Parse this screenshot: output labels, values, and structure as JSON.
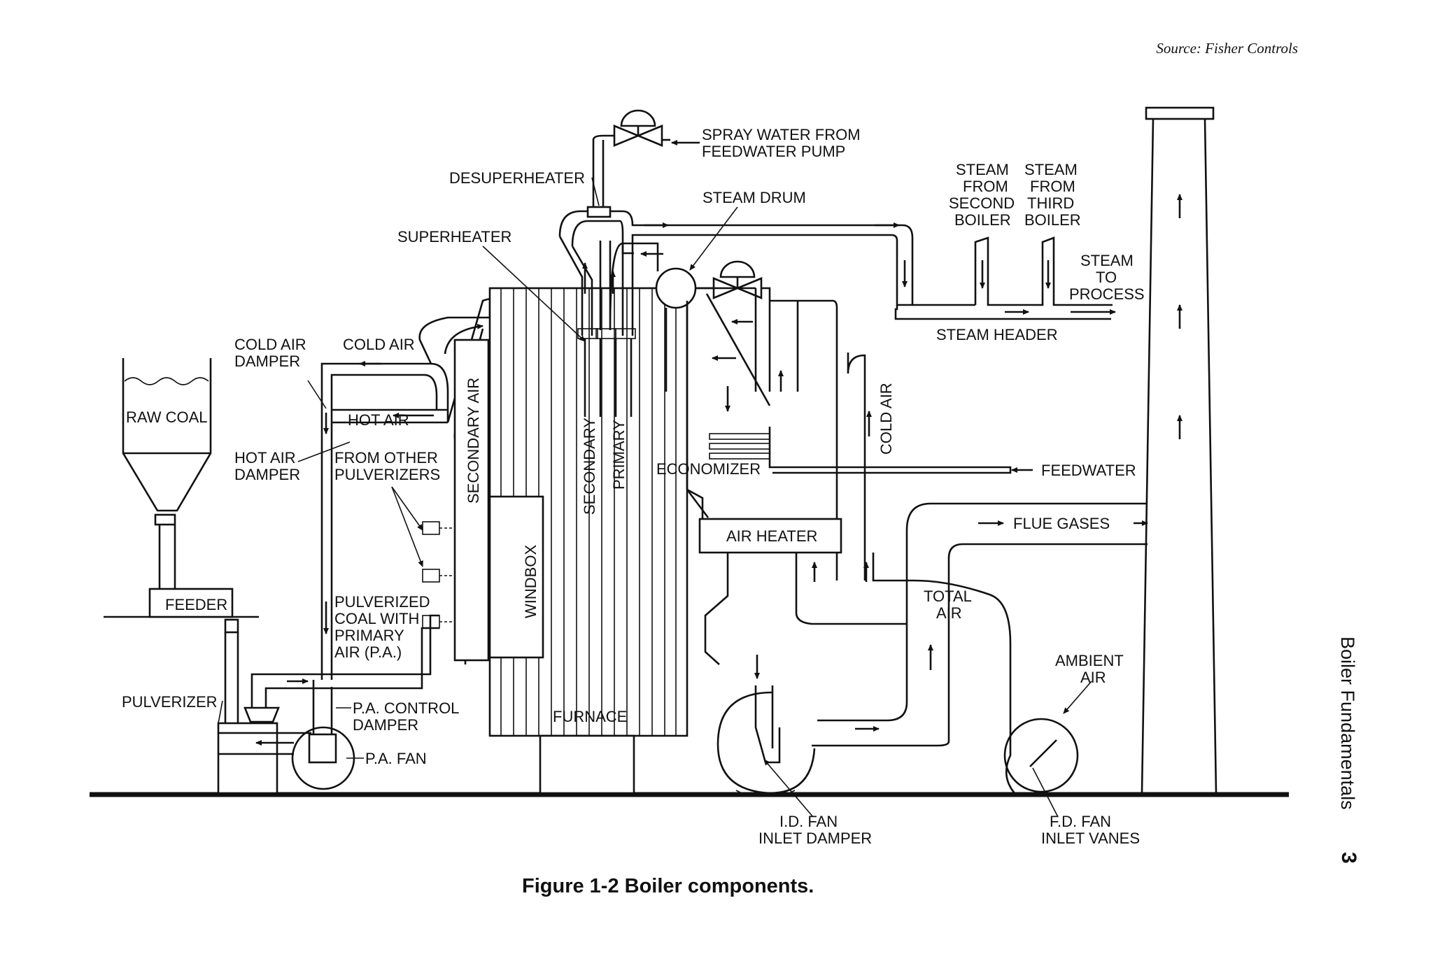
{
  "source_note": "Source: Fisher Controls",
  "caption": "Figure 1-2 Boiler components.",
  "side_title": "Boiler Fundamentals",
  "page_number": "3",
  "labels": {
    "spray_water_1": "SPRAY WATER FROM",
    "spray_water_2": "FEEDWATER PUMP",
    "desuperheater": "DESUPERHEATER",
    "steam_drum": "STEAM DRUM",
    "superheater": "SUPERHEATER",
    "steam_second_1": "STEAM",
    "steam_second_2": "FROM",
    "steam_second_3": "SECOND",
    "steam_second_4": "BOILER",
    "steam_third_1": "STEAM",
    "steam_third_2": "FROM",
    "steam_third_3": "THIRD",
    "steam_third_4": "BOILER",
    "steam_process_1": "STEAM",
    "steam_process_2": "TO",
    "steam_process_3": "PROCESS",
    "steam_header": "STEAM HEADER",
    "cold_air_damper_1": "COLD AIR",
    "cold_air_damper_2": "DAMPER",
    "cold_air": "COLD AIR",
    "raw_coal": "RAW COAL",
    "hot_air": "HOT AIR",
    "hot_air_damper_1": "HOT AIR",
    "hot_air_damper_2": "DAMPER",
    "from_other_1": "FROM OTHER",
    "from_other_2": "PULVERIZERS",
    "secondary_air": "SECONDARY AIR",
    "secondary": "SECONDARY",
    "primary": "PRIMARY",
    "cold_air_vertical": "COLD AIR",
    "economizer": "ECONOMIZER",
    "feedwater": "FEEDWATER",
    "flue_gases": "FLUE GASES",
    "air_heater": "AIR HEATER",
    "windbox": "WINDBOX",
    "feeder": "FEEDER",
    "pulv_coal_1": "PULVERIZED",
    "pulv_coal_2": "COAL WITH",
    "pulv_coal_3": "PRIMARY",
    "pulv_coal_4": "AIR (P.A.)",
    "total_air_1": "TOTAL",
    "total_air_2": "AIR",
    "ambient_air_1": "AMBIENT",
    "ambient_air_2": "AIR",
    "pulverizer": "PULVERIZER",
    "pa_damper_1": "P.A. CONTROL",
    "pa_damper_2": "DAMPER",
    "furnace": "FURNACE",
    "pa_fan": "P.A. FAN",
    "id_fan_1": "I.D. FAN",
    "id_fan_2": "INLET DAMPER",
    "fd_fan_1": "F.D. FAN",
    "fd_fan_2": "INLET VANES"
  }
}
